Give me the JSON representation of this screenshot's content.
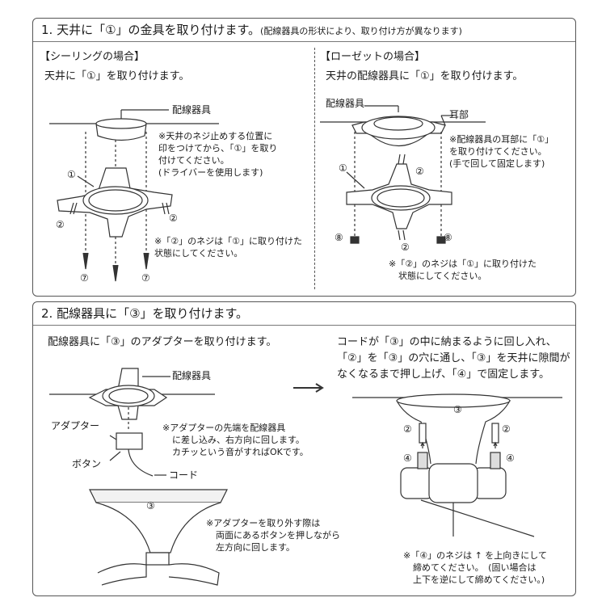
{
  "section1": {
    "title": "1. 天井に「①」の金具を取り付けます。",
    "title_note": "(配線器具の形状により、取り付け方が異なります)",
    "ceiling": {
      "heading": "【シーリングの場合】",
      "intro": "天井に「①」を取り付けます。",
      "label_haisen": "配線器具",
      "note_lines": [
        "※天井のネジ止めする位置に",
        "印をつけてから、「①」を取り",
        "付けてください。",
        "(ドライバーを使用します)"
      ],
      "note2_lines": [
        "※「②」のネジは「①」に取り付けた",
        "状態にしてください。"
      ],
      "n1": "①",
      "n2a": "②",
      "n2b": "②",
      "n7a": "⑦",
      "n7b": "⑦",
      "n7c": "⑦"
    },
    "rosette": {
      "heading": "【ローゼットの場合】",
      "intro": "天井の配線器具に「①」を取り付けます。",
      "label_haisen": "配線器具",
      "label_mimi": "耳部",
      "note_lines": [
        "※配線器具の耳部に「①」",
        "を取り付けてください。",
        "(手で回して固定します)"
      ],
      "note2_lines": [
        "※「②」のネジは「①」に取り付けた",
        "状態にしてください。"
      ],
      "n1": "①",
      "n2a": "②",
      "n2b": "②",
      "n8a": "⑧",
      "n8b": "⑧"
    }
  },
  "section2": {
    "title": "2. 配線器具に「③」を取り付けます。",
    "left": {
      "intro": "配線器具に「③」のアダプターを取り付けます。",
      "label_haisen": "配線器具",
      "label_adapter": "アダプター",
      "label_button": "ボタン",
      "label_cord": "コード",
      "note1_lines": [
        "※アダプターの先端を配線器具",
        "に差し込み、右方向に回します。",
        "カチッという音がすればOKです。"
      ],
      "n3": "③",
      "note2_lines": [
        "※アダプターを取り外す際は",
        "両面にあるボタンを押しながら",
        "左方向に回します。"
      ]
    },
    "arrow": "→",
    "right": {
      "intro_lines": [
        "コードが「③」の中に納まるように回し入れ、",
        "「②」を「③」の穴に通し、「③」を天井に隙間が",
        "なくなるまで押し上げ、「④」で固定します。"
      ],
      "n3": "③",
      "n2a": "②",
      "n2b": "②",
      "n4a": "④",
      "n4b": "④",
      "note_lines": [
        "※「④」のネジは ↑ を上向きにして",
        "締めてください。　(固い場合は",
        "上下を逆にして締めてください。)"
      ]
    }
  }
}
